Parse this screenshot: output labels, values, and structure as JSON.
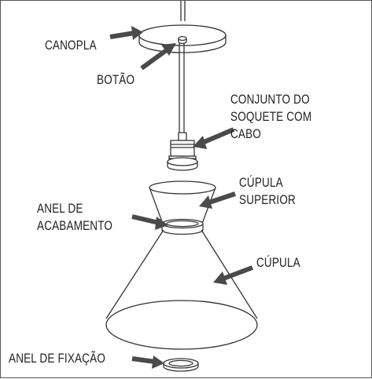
{
  "labels": {
    "canopla": "CANOPLA",
    "botao": "BOTÃO",
    "conjunto": [
      "CONJUNTO DO",
      "SOQUETE COM",
      "CABO"
    ],
    "cupula_superior": [
      "CÚPULA",
      "SUPERIOR"
    ],
    "anel_acabamento": [
      "ANEL DE",
      "ACABAMENTO"
    ],
    "cupula": "CÚPULA",
    "anel_fixacao": "ANEL DE FIXAÇÃO"
  },
  "colors": {
    "line": "#333333",
    "arrow": "#4a4a4a",
    "text": "#222222",
    "border": "#555555"
  }
}
